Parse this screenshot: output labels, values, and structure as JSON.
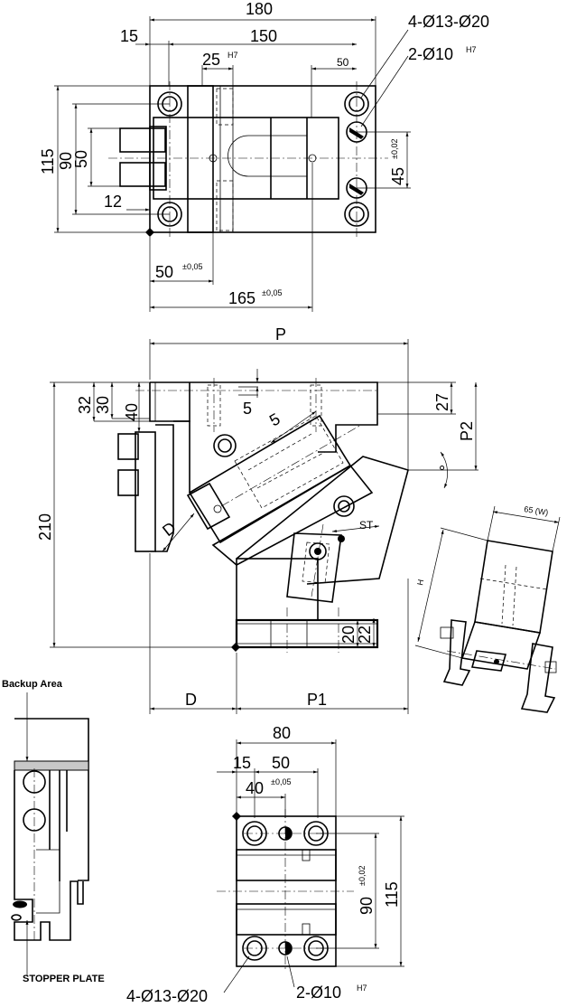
{
  "top_view": {
    "dims": {
      "d180": "180",
      "d15": "15",
      "d150": "150",
      "d25": "25",
      "d25_tol": "H7",
      "d50_top": "50",
      "holes_large": "4-Ø13-Ø20",
      "holes_pin": "2-Ø10",
      "holes_pin_tol": "H7",
      "d115": "115",
      "d90": "90",
      "d50_left": "50",
      "d12": "12",
      "d45": "45",
      "d45_tol": "±0,02",
      "d50_bottom": "50",
      "d50_bottom_tol": "±0,05",
      "d165": "165",
      "d165_tol": "±0,05"
    }
  },
  "side_view": {
    "dims": {
      "P": "P",
      "d32": "32",
      "d30": "30",
      "d40": "40",
      "d5a": "5",
      "d5b": "5",
      "d27": "27",
      "P2": "P2",
      "deg": "°",
      "d210": "210",
      "D_angle": "D",
      "ST": "ST",
      "d20": "20",
      "d22": "22",
      "D_bottom": "D",
      "P1": "P1"
    }
  },
  "iso_view": {
    "dims": {
      "W": "65 (W)",
      "H": "H"
    }
  },
  "detail_view": {
    "labels": {
      "backup": "Backup Area",
      "stopper": "STOPPER PLATE"
    }
  },
  "base_view": {
    "dims": {
      "d80": "80",
      "d15": "15",
      "d50": "50",
      "d40": "40",
      "d40_tol": "±0,05",
      "d90": "90",
      "d90_tol": "±0,02",
      "d115": "115",
      "holes_large": "4-Ø13-Ø20",
      "holes_pin": "2-Ø10",
      "holes_pin_tol": "H7"
    }
  }
}
